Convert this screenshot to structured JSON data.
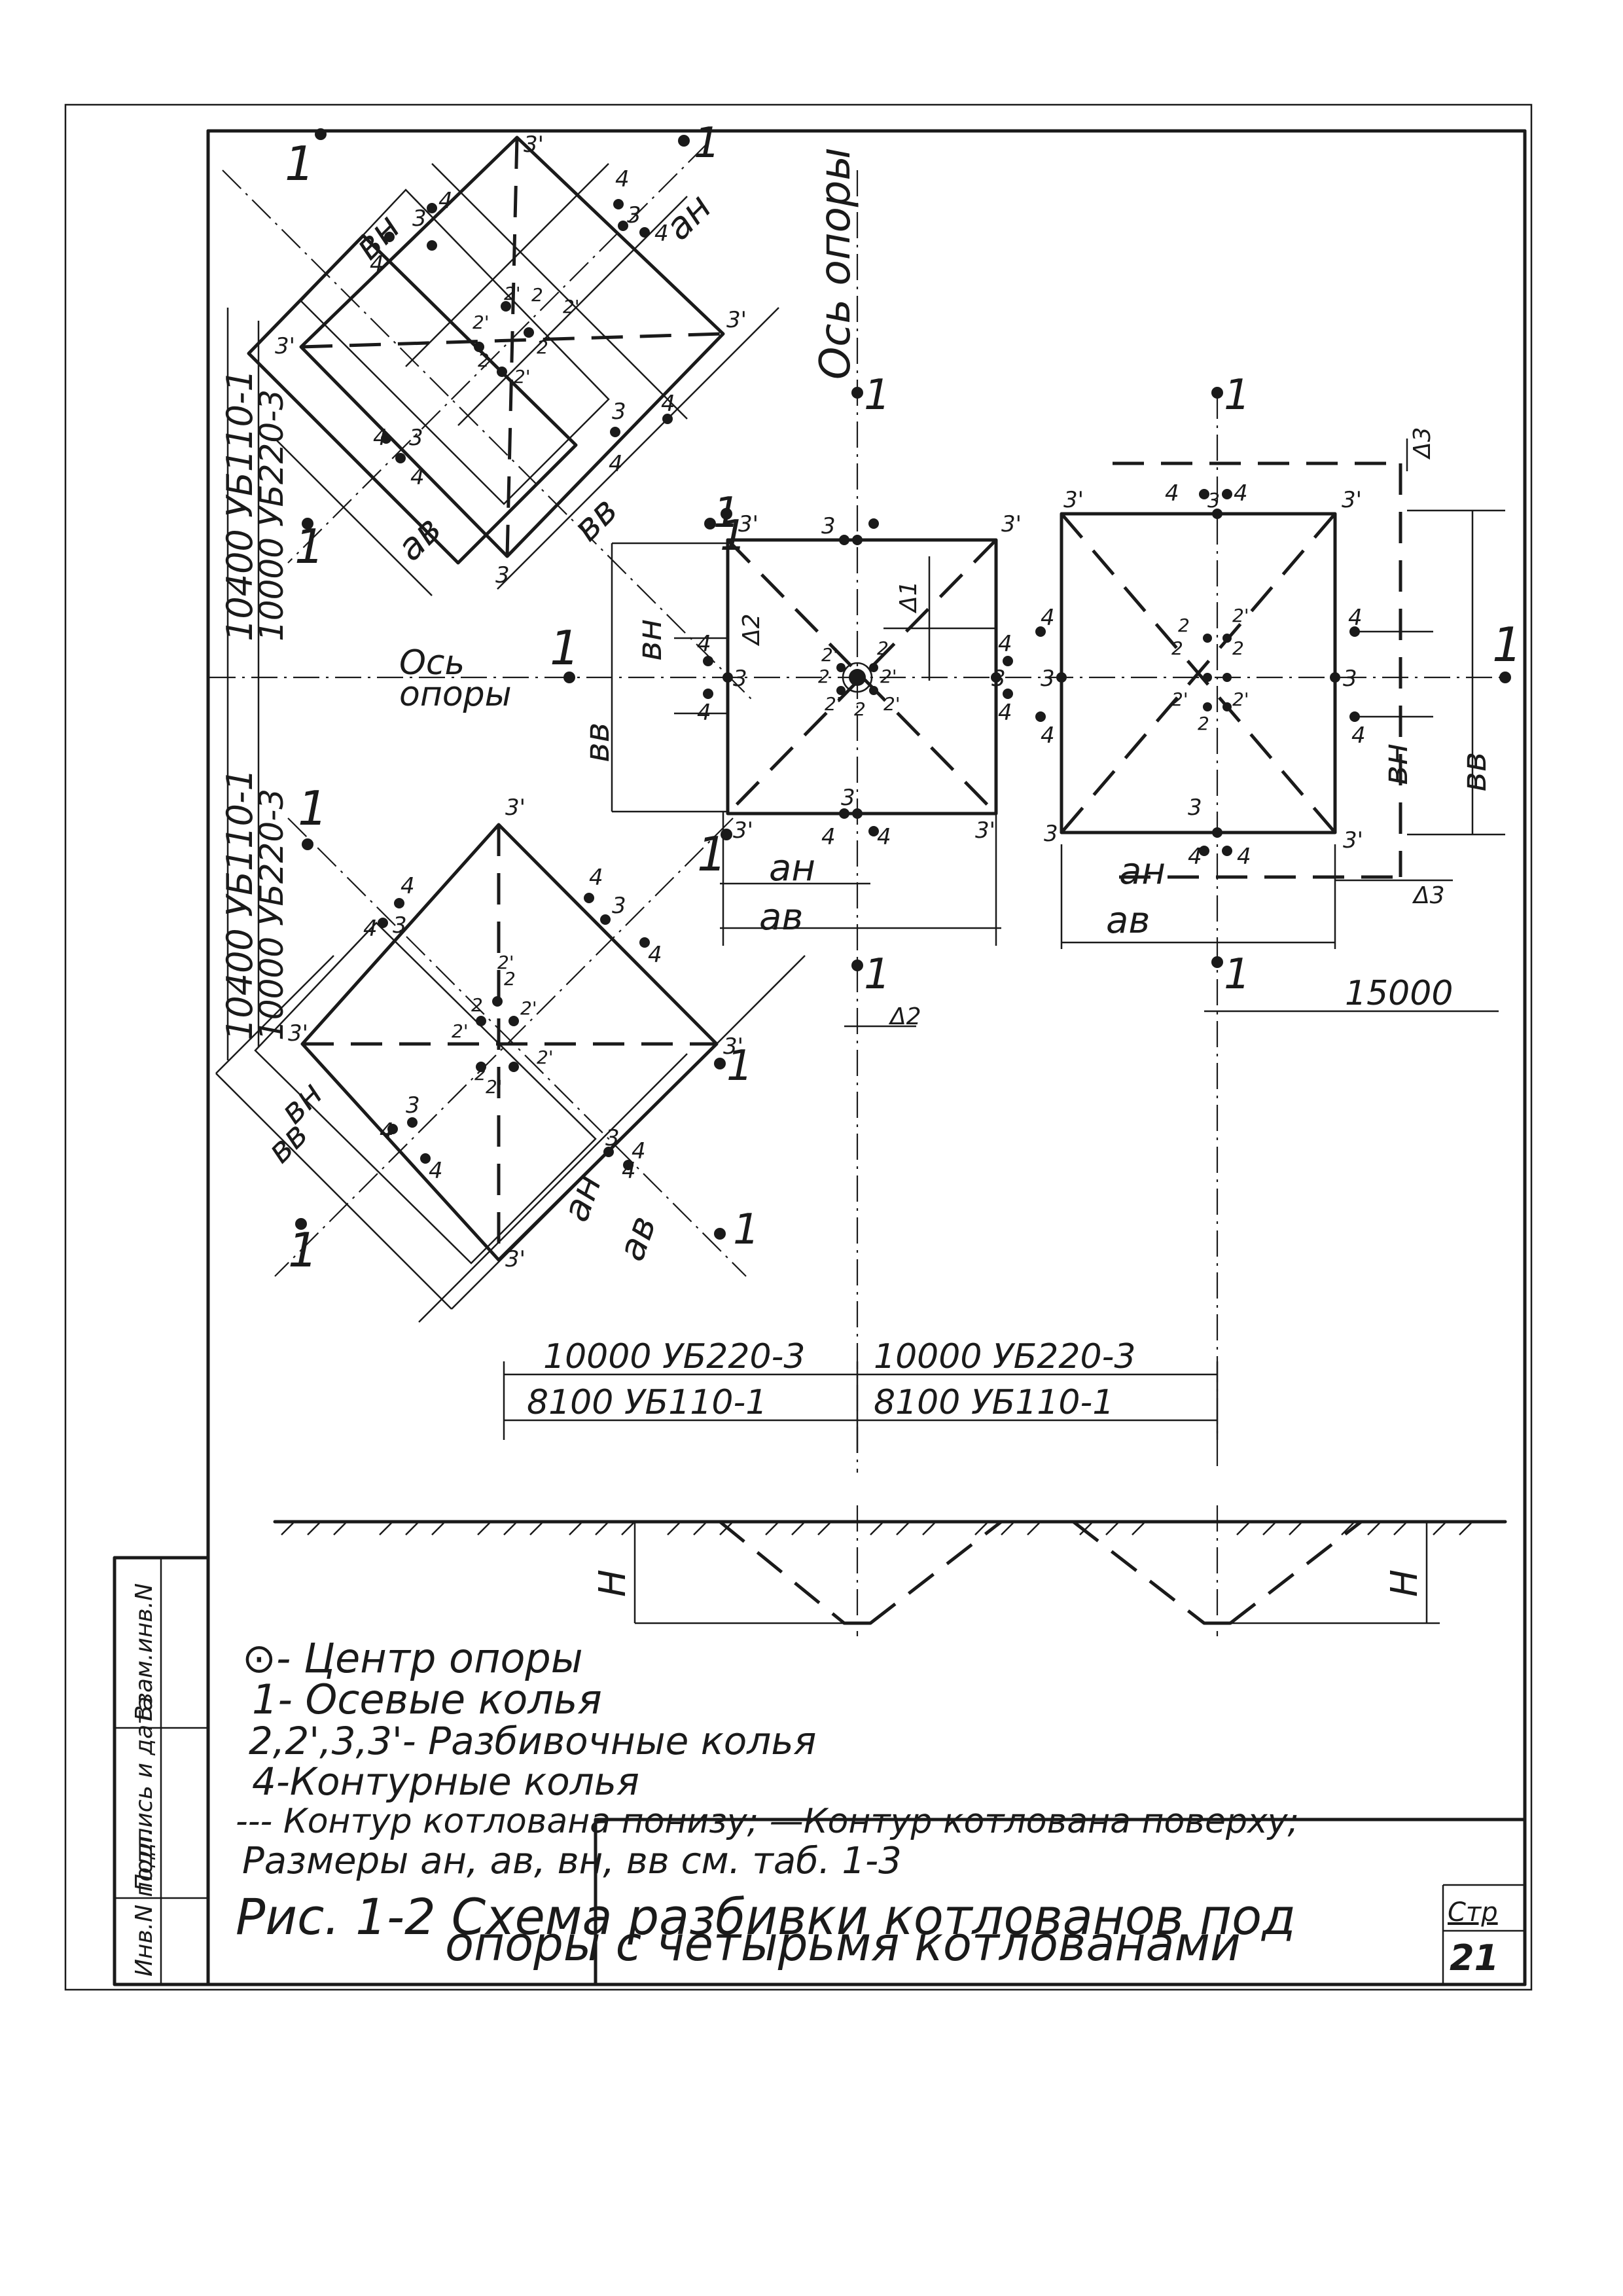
{
  "drawing": {
    "axis_label_vertical": "Ось опоры",
    "axis_label_horizontal_line1": "Ось",
    "axis_label_horizontal_line2": "опоры",
    "dim_10000_ub220_3": "10000 УБ220-3",
    "dim_8100_ub110_1": "8100 УБ110-1",
    "dim_15000": "15000",
    "dim_top_left_1": "10400 УБ110-1",
    "dim_top_left_2": "10000 УБ220-3",
    "dim_bottom_left_1": "10400 УБ110-1",
    "dim_bottom_left_2": "10000 УБ220-3",
    "label_H": "Н",
    "delta_1": "Δ1",
    "delta_2": "Δ2",
    "delta_3": "Δ3",
    "a_n": "ан",
    "a_v": "ав",
    "b_n": "вн",
    "b_v": "вв"
  },
  "legend": {
    "line1": "⊙- Центр опоры",
    "line2": "1- Осевые колья",
    "line3": "2,2',3,3'- Разбивочные колья",
    "line4": "4-Контурные колья",
    "line5": "--- Контур котлована понизу; —Контур котлована поверху;",
    "line6": "Размеры ан, ав, вн, вв см. таб. 1-3"
  },
  "caption": {
    "line1": "Рис. 1-2 Схема разбивки котлованов под",
    "line2": "опоры с четырьмя котлованами"
  },
  "side_stamp": {
    "cell1": "Инв.N подл.",
    "cell2": "Подпись и дата",
    "cell3": "Взам.инв.N"
  },
  "title_block": {
    "page_label": "Стр",
    "page_number": "21"
  }
}
